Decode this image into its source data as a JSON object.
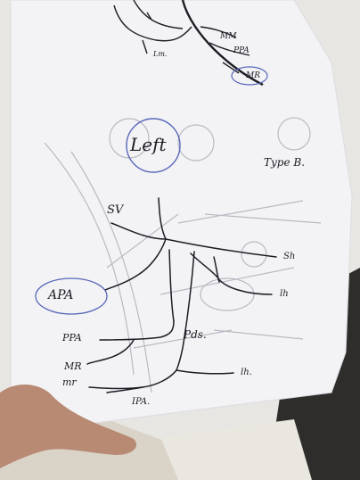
{
  "scene": {
    "background_color": "#ffffff",
    "paper_color": "#f3f3f6",
    "ink_color": "#1c1c24",
    "faint_ink_color": "#b9bac2",
    "blue_ink_color": "#5a68b8",
    "finger_color": "#b88a74"
  },
  "labels": {
    "top_mm": "MM",
    "top_ppa": "PPA",
    "top_mr": "MR",
    "top_lm": "Lm.",
    "left_circle": "Left",
    "type": "Type B.",
    "sv": "SV",
    "sh": "Sh",
    "lh_mid": "lh",
    "apa": "APA",
    "ppa": "PPA",
    "pds": "Pds.",
    "mr_upper": "MR",
    "mr_lower": "mr",
    "lh_low": "lh.",
    "ipa": "IPA."
  }
}
